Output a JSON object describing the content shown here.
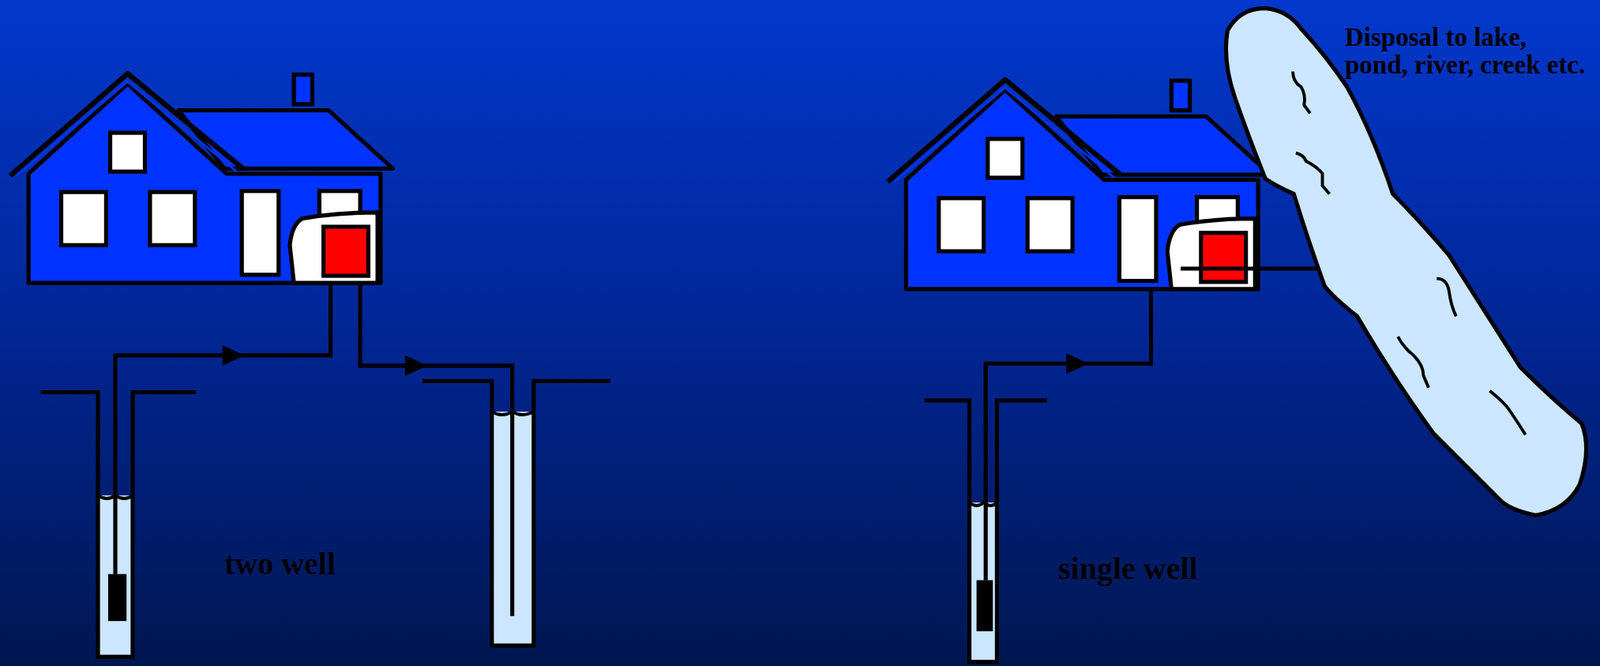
{
  "diagram": {
    "nodes": [
      {
        "text": [
          "Disposal to lake, pond, river, creek etc."
        ]
      }
    ],
    "labels": [
      "two well",
      "single well"
    ]
  }
}
